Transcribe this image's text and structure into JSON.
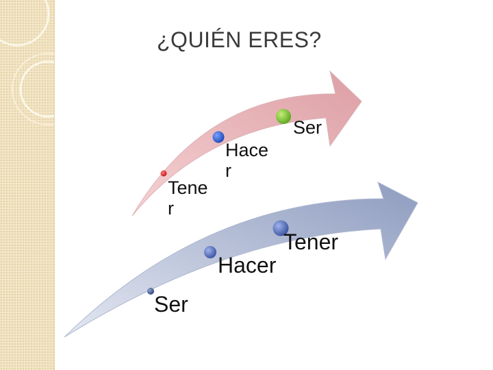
{
  "slide": {
    "title": "¿QUIÉN ERES?"
  },
  "top_arrow": {
    "labels": [
      "Tener",
      "Hacer",
      "Ser"
    ],
    "dot_colors": [
      "#d62020",
      "#2f5fd0",
      "#6cbb2a"
    ],
    "arrow_color": "#e6a9ad"
  },
  "bottom_arrow": {
    "labels": [
      "Ser",
      "Hacer",
      "Tener"
    ],
    "dot_colors": [
      "#3f5585",
      "#4a65b8",
      "#4a5fa8"
    ],
    "arrow_color": "#9aa6c6"
  },
  "colors": {
    "sidebar": "#f3e6c6",
    "title": "#3a3a3a"
  }
}
